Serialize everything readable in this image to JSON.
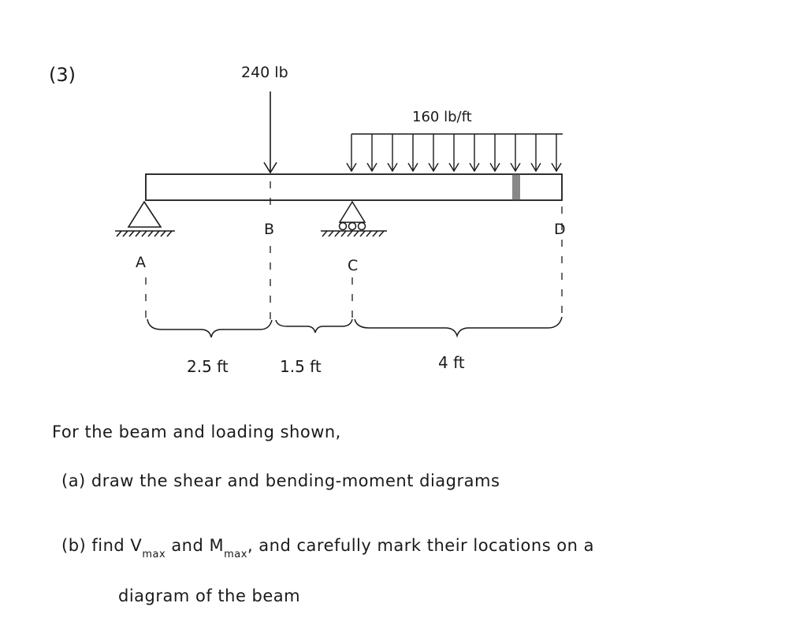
{
  "problem_number": "(3)",
  "loads": {
    "point_load": "240 lb",
    "distributed_load": "160 lb/ft"
  },
  "points": [
    "A",
    "B",
    "C",
    "D"
  ],
  "dimensions": [
    "2.5 ft",
    "1.5 ft",
    "4 ft"
  ],
  "text": {
    "intro": "For the beam and loading shown,",
    "part_a": "(a) draw the shear and bending-moment diagrams",
    "part_b_prefix": "(b) find V",
    "v_sub": "max",
    "part_b_and": " and M",
    "m_sub": "max",
    "part_b_rest": ", and carefully mark their locations on a",
    "part_b_line2": "diagram of the beam"
  }
}
